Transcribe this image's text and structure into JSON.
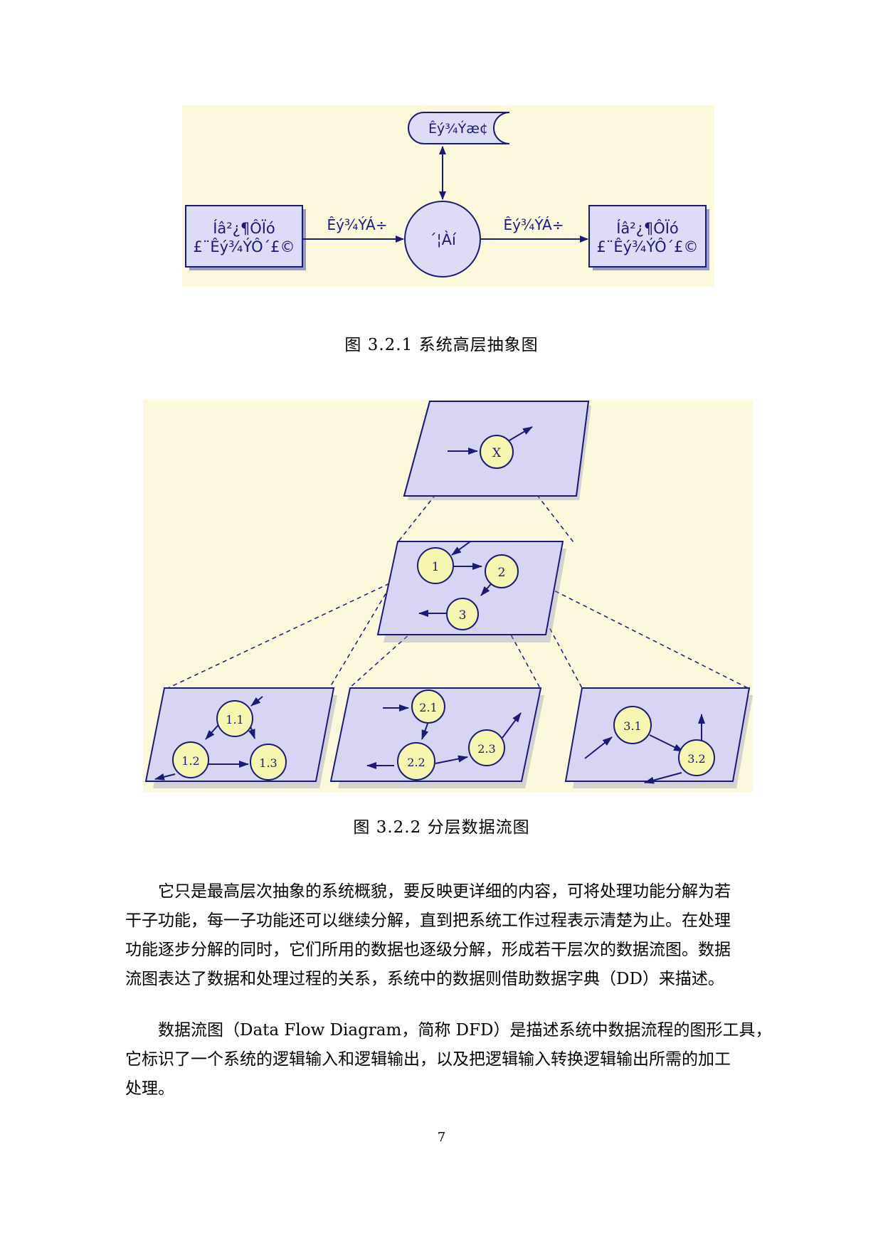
{
  "figure1": {
    "caption": "图 3.2.1 系统高层抽象图",
    "data_store_label": "Êý¾Ýæ¢",
    "process_label": "´¦Àí",
    "source_entity": {
      "line1": "Íâ²¿¶ÔÏó",
      "line2": "£¨Êý¾ÝÔ´£©"
    },
    "sink_entity": {
      "line1": "Íâ²¿¶ÔÏó",
      "line2": "£¨Êý¾ÝÔ´£©"
    },
    "flow_in_label": "Êý¾ÝÁ÷",
    "flow_out_label": "Êý¾ÝÁ÷"
  },
  "figure2": {
    "caption": "图 3.2.2 分层数据流图",
    "top_node": "X",
    "level1_nodes": [
      "1",
      "2",
      "3"
    ],
    "level2_nodes_a": [
      "1.1",
      "1.2",
      "1.3"
    ],
    "level2_nodes_b": [
      "2.1",
      "2.2",
      "2.3"
    ],
    "level2_nodes_c": [
      "3.1",
      "3.2"
    ]
  },
  "paragraph1": [
    "它只是最高层次抽象的系统概貌，要反映更详细的内容，可将处理功能分解为若",
    "干子功能，每一子功能还可以继续分解，直到把系统工作过程表示清楚为止。在处理",
    "功能逐步分解的同时，它们所用的数据也逐级分解，形成若干层次的数据流图。数据",
    "流图表达了数据和处理过程的关系，系统中的数据则借助数据字典（DD）来描述。"
  ],
  "paragraph2": [
    "数据流图（Data Flow Diagram，简称 DFD）是描述系统中数据流程的图形工具，",
    "它标识了一个系统的逻辑输入和逻辑输出，以及把逻辑输入转换逻辑输出所需的加工",
    "处理。"
  ],
  "page_number": "7",
  "colors": {
    "figure_bg": "#fbf8dc",
    "shape_fill": "#dcdcf8",
    "line_color": "#1a1a78",
    "node_fill": "#f6f6b0"
  }
}
